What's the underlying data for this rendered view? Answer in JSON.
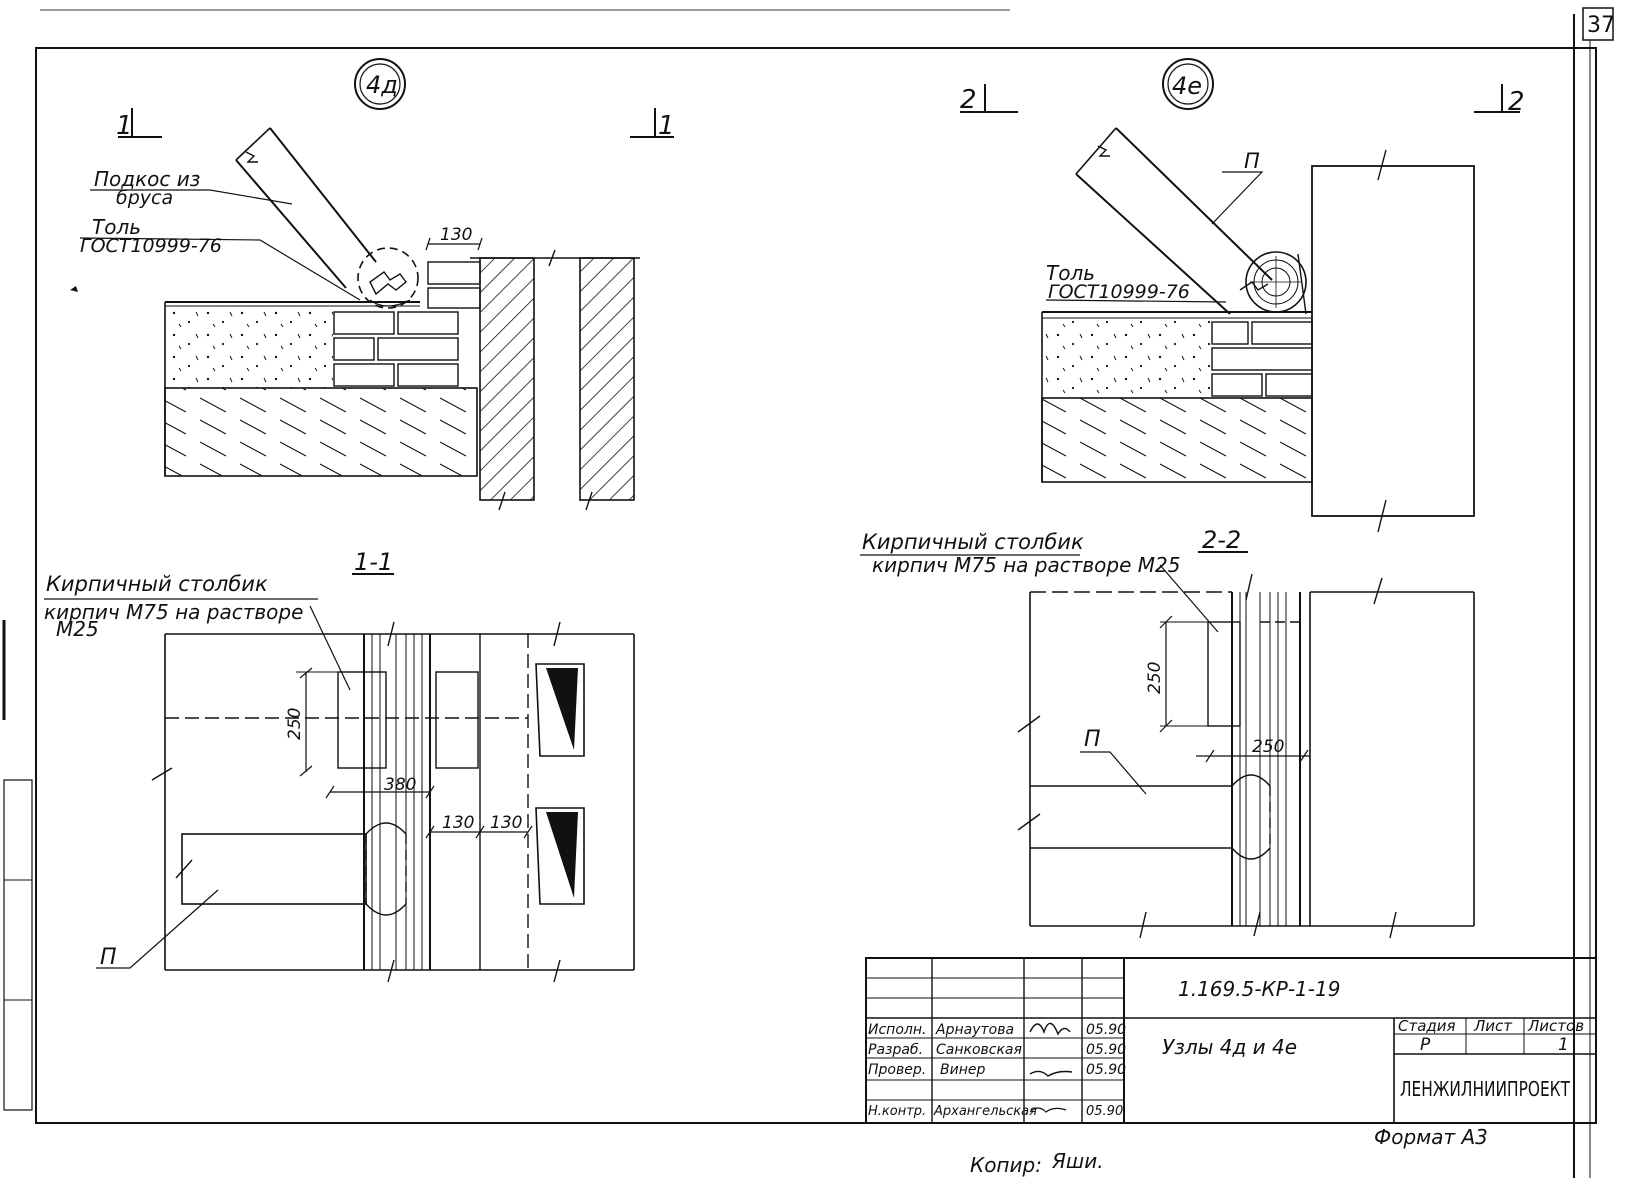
{
  "sheet": {
    "number": "37",
    "format_label": "Формат  А3",
    "copy_label": "Копир:",
    "copy_signature": "Яши."
  },
  "node_a": {
    "marker": "4д",
    "section_mark_left": "1",
    "section_mark_right": "1",
    "label_brace_1": "Подкос из",
    "label_brace_2": "бруса",
    "label_tol_1": "Толь",
    "label_tol_2": "ГОСТ10999-76",
    "dim_130": "130"
  },
  "node_b": {
    "marker": "4е",
    "section_mark_left": "2",
    "section_mark_right": "2",
    "label_p": "П",
    "label_tol_1": "Толь",
    "label_tol_2": "ГОСТ10999-76"
  },
  "section_1_1": {
    "title": "1-1",
    "label_1": "Кирпичный столбик",
    "label_2": "кирпич М75 на растворе",
    "label_3": "М25",
    "dim_250": "250",
    "dim_380": "380",
    "dim_130a": "130",
    "dim_130b": "130",
    "label_p": "П"
  },
  "section_2_2": {
    "title": "2-2",
    "label_1": "Кирпичный столбик",
    "label_2": "кирпич М75  на растворе М25",
    "dim_250v": "250",
    "dim_250h": "250",
    "label_p": "П"
  },
  "title_block": {
    "doc_code": "1.169.5-КР-1-19",
    "description": "Узлы 4д и 4е",
    "stage_header": "Стадия",
    "sheet_header": "Лист",
    "sheets_header": "Листов",
    "stage_value": "Р",
    "sheet_value": "",
    "sheets_value": "1",
    "org": "ЛЕНЖИЛНИИПРОЕКТ",
    "rows": [
      {
        "role": "Исполн.",
        "name": "Арнаутова",
        "date": "05.90"
      },
      {
        "role": "Разраб.",
        "name": "Санковская",
        "date": "05.90"
      },
      {
        "role": "Провер.",
        "name": "Винер",
        "date": "05.90"
      },
      {
        "role": "Н.контр.",
        "name": "Архангельская",
        "date": "05.90"
      }
    ]
  }
}
